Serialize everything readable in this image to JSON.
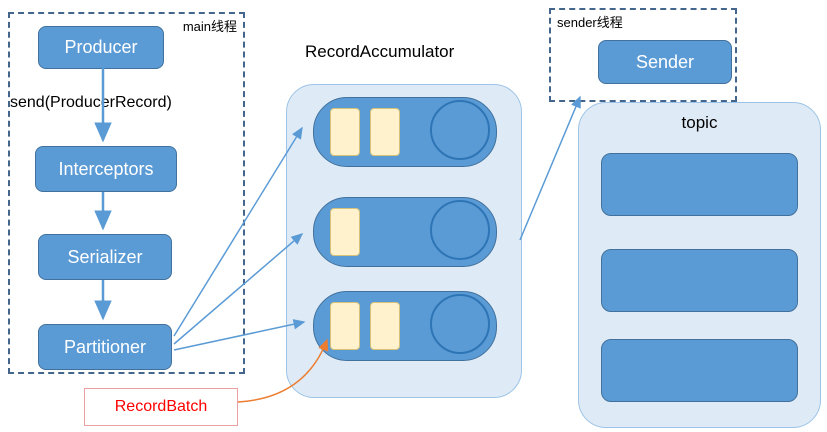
{
  "diagram": {
    "main_thread": {
      "label": "main线程",
      "producer_label": "Producer",
      "send_label": "send(ProducerRecord)",
      "interceptors_label": "Interceptors",
      "serializer_label": "Serializer",
      "partitioner_label": "Partitioner"
    },
    "accumulator": {
      "title": "RecordAccumulator",
      "queues": [
        {
          "batches": 2
        },
        {
          "batches": 1
        },
        {
          "batches": 2
        }
      ]
    },
    "sender_thread": {
      "label": "sender线程",
      "sender_label": "Sender"
    },
    "topic": {
      "title": "topic",
      "partition_count": 3
    },
    "record_batch_label": "RecordBatch"
  },
  "colors": {
    "box_blue": "#5B9BD5",
    "box_border": "#41719C",
    "light_fill": "#DEEBF7",
    "light_border": "#9DC3E6",
    "batch_fill": "#FFF2CC",
    "batch_border": "#D8C27A",
    "arrow_blue": "#5B9BD5",
    "arrow_orange": "#ED7D31",
    "record_batch_text": "#FF0000"
  }
}
